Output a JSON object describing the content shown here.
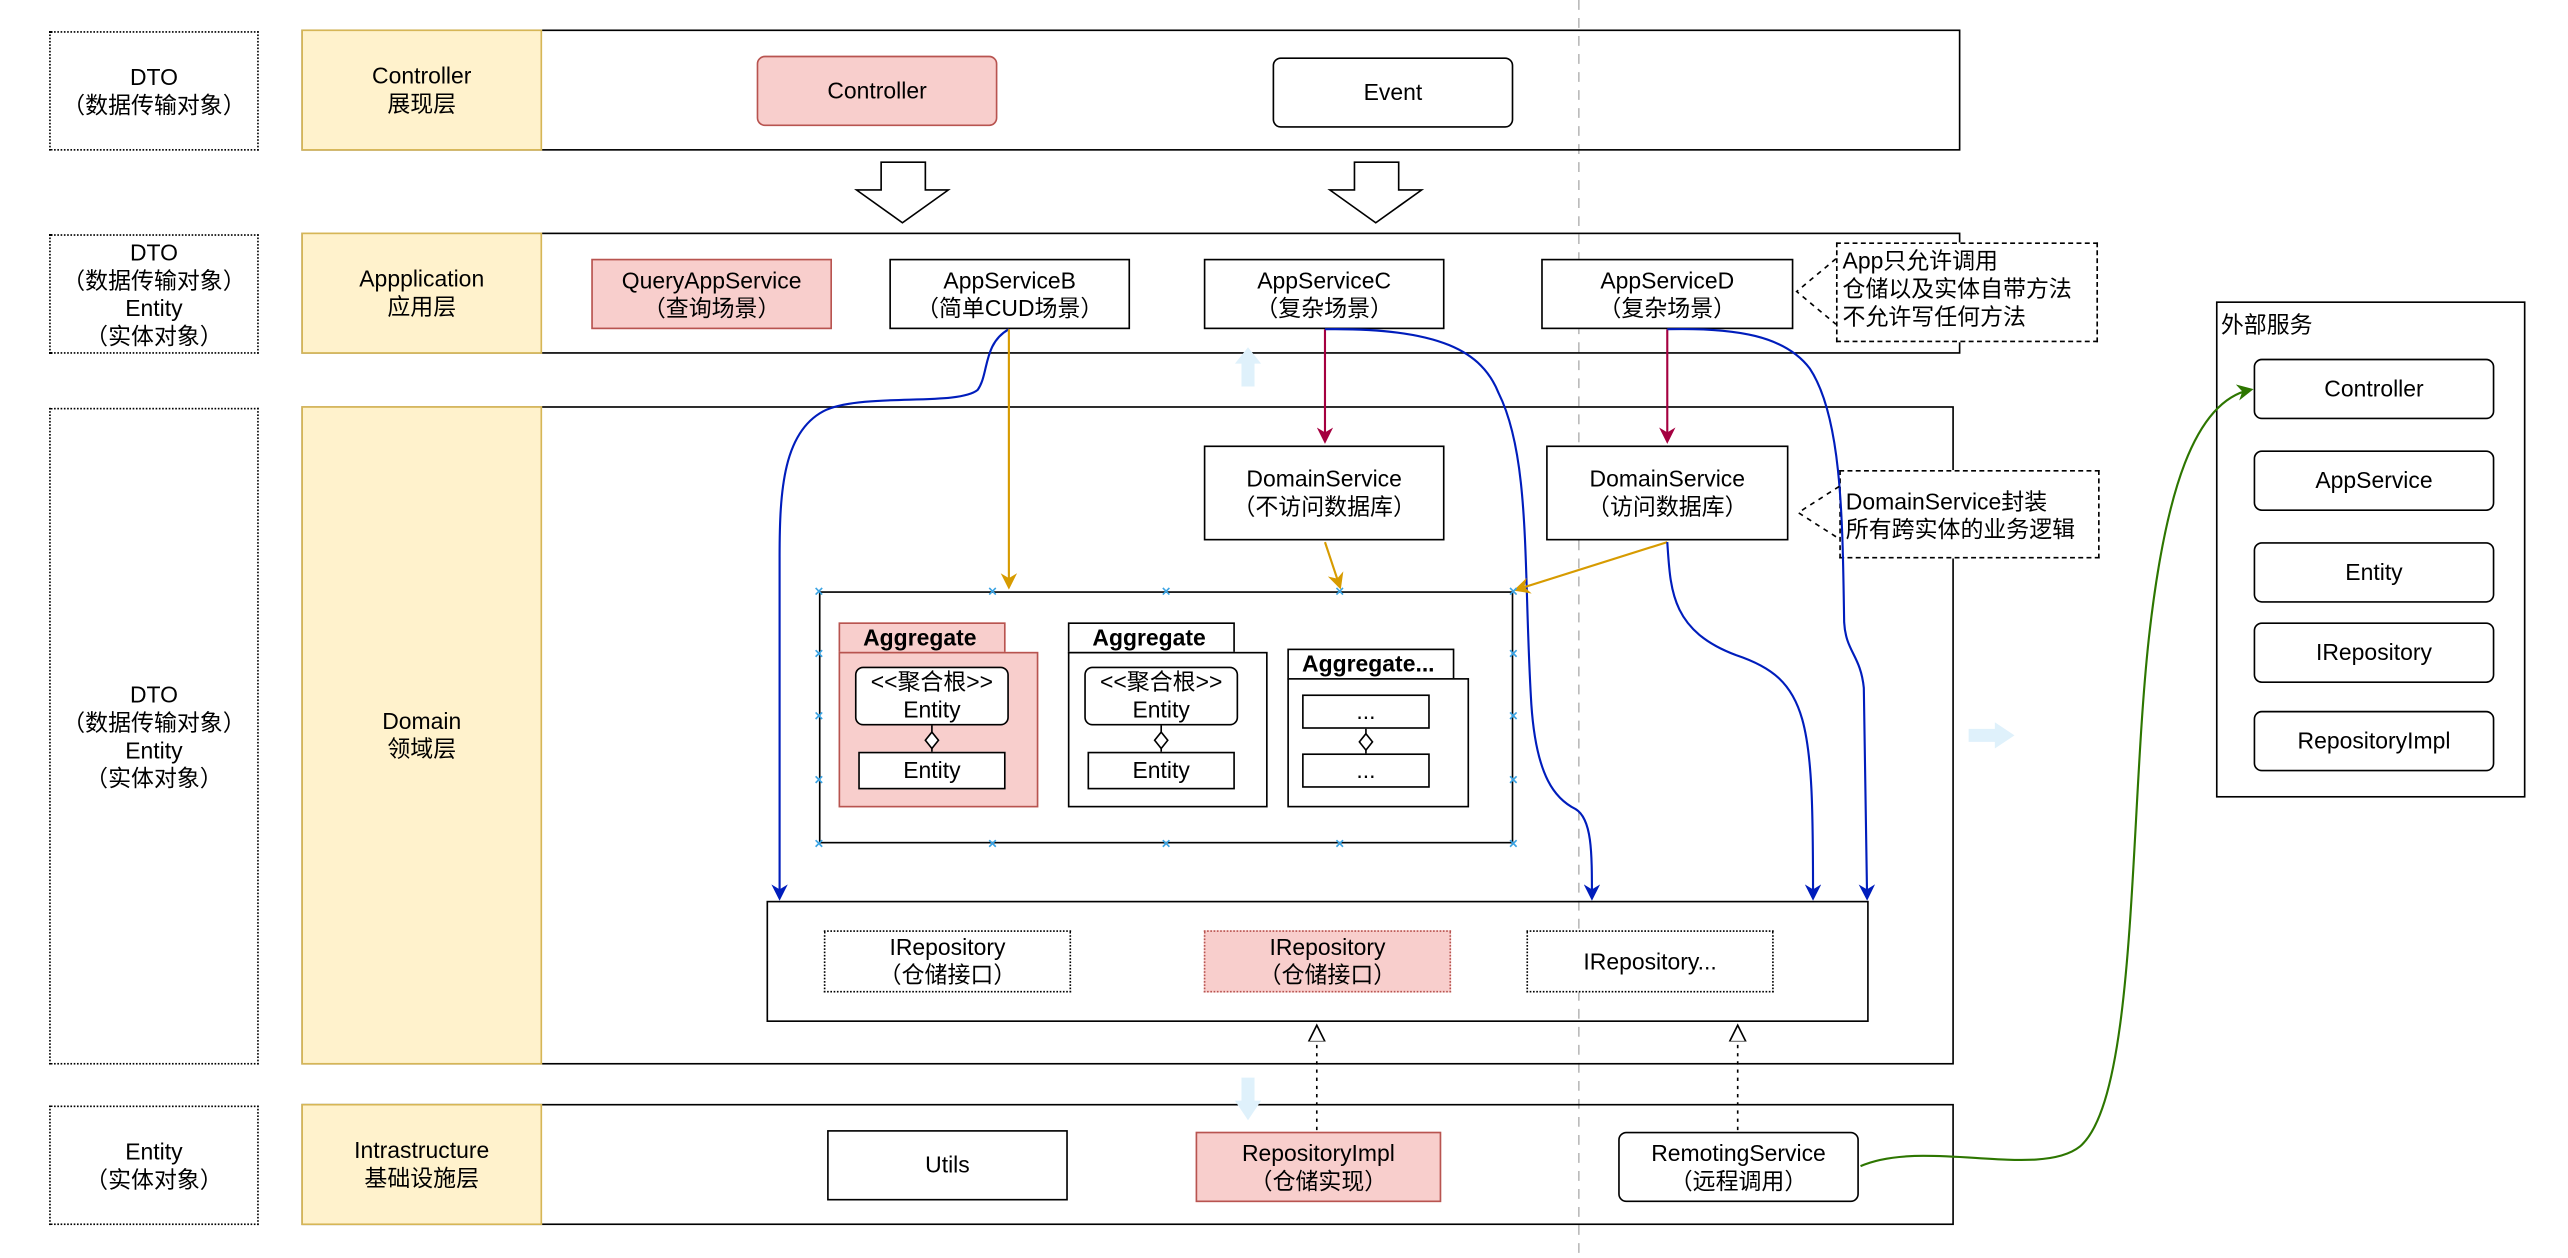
{
  "dto_column": [
    {
      "id": "dto1",
      "text": "DTO\n（数据传输对象）"
    },
    {
      "id": "dto2",
      "text": "DTO\n（数据传输对象）\nEntity\n（实体对象）"
    },
    {
      "id": "dto3",
      "text": "DTO\n（数据传输对象）\nEntity\n（实体对象）"
    },
    {
      "id": "dto4",
      "text": "Entity\n（实体对象）"
    }
  ],
  "layers": {
    "controller": "Controller\n展现层",
    "application": "Appplication\n应用层",
    "domain": "Domain\n领域层",
    "infrastructure": "Intrastructure\n基础设施层"
  },
  "controller_layer": {
    "controller": "Controller",
    "event": "Event"
  },
  "application_layer": {
    "query": "QueryAppService\n（查询场景）",
    "b": "AppServiceB\n（简单CUD场景）",
    "c": "AppServiceC\n（复杂场景）",
    "d": "AppServiceD\n（复杂场景）",
    "note": "App只允许调用\n仓储以及实体自带方法\n不允许写任何方法"
  },
  "domain_layer": {
    "ds_no_db": "DomainService\n（不访问数据库）",
    "ds_db": "DomainService\n（访问数据库）",
    "ds_note": "DomainService封装\n所有跨实体的业务逻辑",
    "aggregates": [
      {
        "title": "Aggregate",
        "root": "<<聚合根>>\nEntity",
        "entity": "Entity"
      },
      {
        "title": "Aggregate",
        "root": "<<聚合根>>\nEntity",
        "entity": "Entity"
      },
      {
        "title": "Aggregate...",
        "root": "...",
        "entity": "..."
      }
    ],
    "repos": [
      "IRepository\n（仓储接口）",
      "IRepository\n（仓储接口）",
      "IRepository..."
    ]
  },
  "infra_layer": {
    "utils": "Utils",
    "repo_impl": "RepositoryImpl\n（仓储实现）",
    "remoting": "RemotingService\n（远程调用）"
  },
  "external": {
    "title": "外部服务",
    "items": [
      "Controller",
      "AppService",
      "Entity",
      "IRepository",
      "RepositoryImpl"
    ]
  },
  "colors": {
    "pink_fill": "#f8cecc",
    "pink_stroke": "#b85450",
    "yellow_fill": "#fff2cc",
    "yellow_stroke": "#d6b656",
    "blue_arrow": "#001dbc",
    "crimson_arrow": "#a50040",
    "orange_arrow": "#d79b00",
    "green_arrow": "#2d7600"
  }
}
